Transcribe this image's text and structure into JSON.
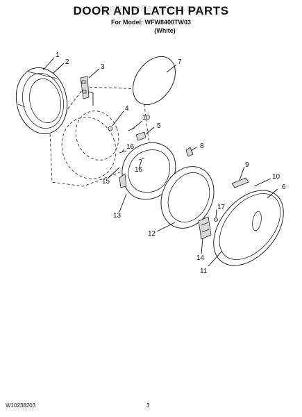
{
  "watermark": "AppliancePartsPros.com",
  "header": {
    "title": "DOOR AND LATCH PARTS",
    "model": "For Model: WFW8400TW03",
    "color": "(White)"
  },
  "callouts": [
    "1",
    "2",
    "3",
    "4",
    "5",
    "6",
    "7",
    "8",
    "9",
    "10",
    "10",
    "11",
    "12",
    "13",
    "14",
    "15",
    "16",
    "16",
    "17"
  ],
  "footer": {
    "doc_number": "W10238203",
    "page_number": "3"
  }
}
